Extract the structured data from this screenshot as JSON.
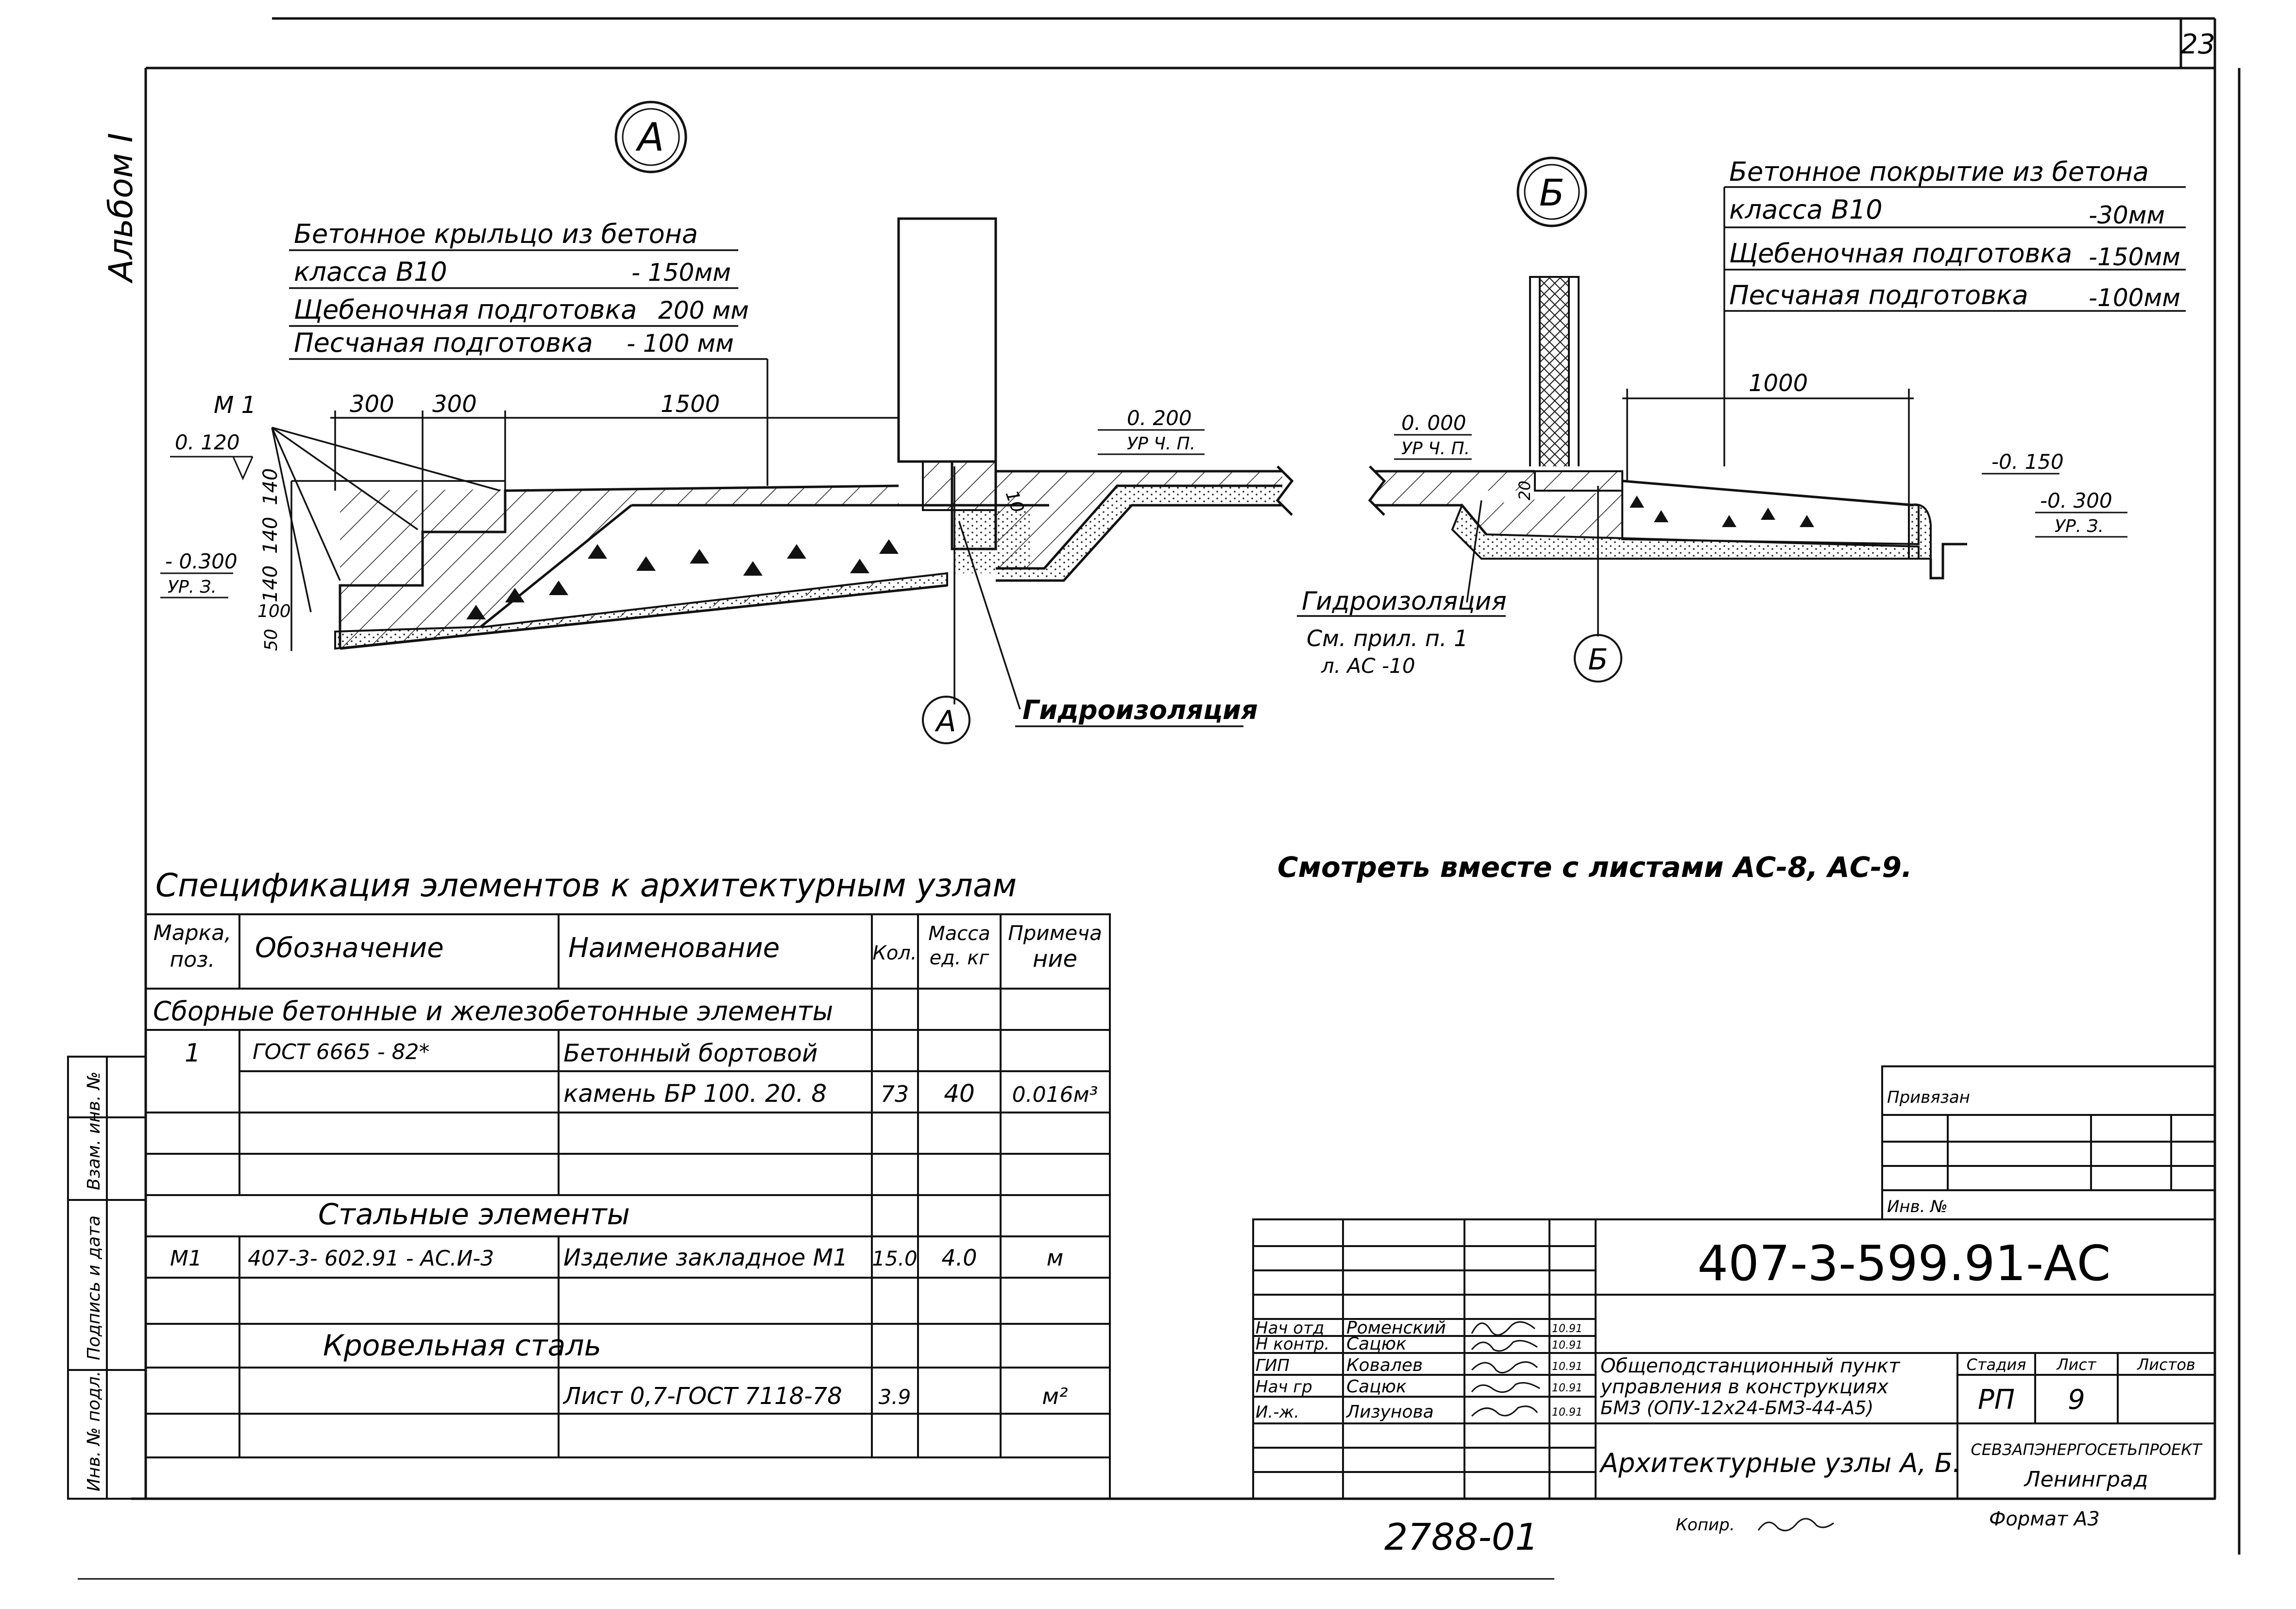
{
  "sheet_number": "23",
  "album_label": "Альбом I",
  "node_a": {
    "marker": "А",
    "layers": [
      "Бетонное крыльцо из бетона",
      "класса В10",
      "Щебеночная подготовка",
      "Песчаная подготовка"
    ],
    "layer_values": [
      "- 150мм",
      "200 мм",
      "- 100 мм"
    ],
    "m1_label": "М 1",
    "dims_top": [
      "300",
      "300",
      "1500"
    ],
    "dims_side": [
      "140",
      "140",
      "140",
      "100",
      "50"
    ],
    "levels": {
      "l_0120": "0. 120",
      "l_m0300": "- 0.300",
      "ur_z": "УР. З.",
      "l_0200": "0. 200",
      "ur_chp": "УР Ч. П."
    },
    "angle_note": "10",
    "hydro_label": "Гидроизоляция",
    "cut_marker": "А"
  },
  "node_b": {
    "marker": "Б",
    "layers": [
      "Бетонное покрытие из бетона",
      "класса В10",
      "Щебеночная подготовка",
      "Песчаная подготовка"
    ],
    "layer_values": [
      "-30мм",
      "-150мм",
      "-100мм"
    ],
    "dim_top": "1000",
    "dim_small": "20",
    "levels": {
      "l_0000": "0. 000",
      "ur_chp": "УР Ч. П.",
      "l_m0150": "-0. 150",
      "l_m0300": "-0. 300",
      "ur_z": "УР. З."
    },
    "hydro_label": "Гидроизоляция",
    "hydro_note": [
      "См. прил. п. 1",
      "л. АС -10"
    ],
    "cut_marker": "Б"
  },
  "see_also": "Смотреть вместе с листами АС-8, АС-9.",
  "spec": {
    "title": "Спецификация элементов к архитектурным узлам",
    "headers": [
      "Марка, поз.",
      "Обозначение",
      "Наименование",
      "Кол.",
      "Масса ед. кг",
      "Примечание"
    ],
    "header_lines": {
      "mark": [
        "Марка,",
        "поз."
      ],
      "designation": "Обозначение",
      "name": "Наименование",
      "qty": "Кол.",
      "mass": [
        "Масса",
        "ед. кг"
      ],
      "note": [
        "Примеча",
        "ние"
      ]
    },
    "section_1": "Сборные бетонные и железобетонные элементы",
    "row_1": {
      "mark": "1",
      "designation": "ГОСТ 6665 - 82*",
      "name_line1": "Бетонный бортовой",
      "name_line2": "камень БР 100. 20. 8",
      "qty": "73",
      "mass": "40",
      "note": "0.016м³"
    },
    "section_2": "Стальные элементы",
    "row_2": {
      "mark": "М1",
      "designation": "407-3- 602.91 - АС.И-3",
      "name": "Изделие закладное М1",
      "qty": "15.0",
      "mass": "4.0",
      "note": "м"
    },
    "section_3": "Кровельная сталь",
    "row_3": {
      "name": "Лист 0,7-ГОСТ 7118-78",
      "qty": "3.9",
      "note": "м²"
    }
  },
  "left_stamps": [
    "Инв. № подл.",
    "Подпись и дата",
    "Взам. инв. №"
  ],
  "binding": {
    "title": "Привязан",
    "inv": "Инв. №"
  },
  "title_block": {
    "code": "407-3-599.91-АС",
    "roles": [
      "Нач отд",
      "Н контр.",
      "ГИП",
      "Нач гр",
      "И.-ж."
    ],
    "names": [
      "Роменский",
      "Сацюк",
      "Ковалев",
      "Сацюк",
      "Лизунова"
    ],
    "dates": [
      "10.91",
      "10.91",
      "10.91",
      "10.91",
      "10.91"
    ],
    "project": [
      "Общеподстанционный пункт",
      "управления в конструкциях",
      "БМЗ (ОПУ-12х24-БМЗ-44-А5)"
    ],
    "stage_headers": [
      "Стадия",
      "Лист",
      "Листов"
    ],
    "stage": "РП",
    "sheet": "9",
    "sheets": "",
    "drawing_name": "Архитектурные узлы А, Б.",
    "org": "СЕВЗАПЭНЕРГОСЕТЬПРОЕКТ",
    "city": "Ленинград"
  },
  "bottom": {
    "archive_no": "2788-01",
    "copy_label": "Копир.",
    "format": "Формат А3"
  }
}
